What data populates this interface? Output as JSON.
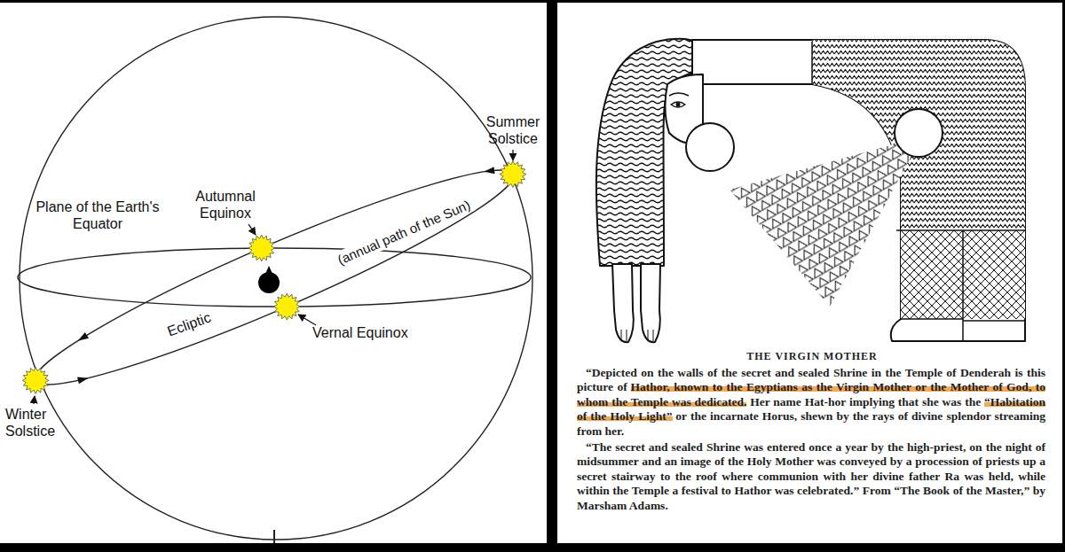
{
  "diagram": {
    "caption": "THE VIRGIN MOTHER",
    "labels": [
      "Summer Solstice",
      "Plane of the Earth's Equator",
      "Autumnal Equinox",
      "(annual path of the Sun)",
      "Ecliptic",
      "Vernal Equinox",
      "Winter Solstice",
      "“Depicted on the walls of the secret and sealed Shrine in the Temple of Denderah is this picture of",
      "Hathor, known to the Egyptians as the Virgin Mother or the Mother of God, to whom the Temple was dedicated.",
      "Her name Hat-hor implying that she was the",
      "“Habitation of the Holy Light”",
      "or the incarnate Horus, shewn by the rays of divine splendor streaming from her.",
      "“The secret and sealed Shrine was entered once a year by the high-priest, on the night of midsummer and an image of the Holy Mother was conveyed by a procession of priests up a secret stairway to the roof where communion with her divine father Ra was held, while within the Temple a festival to Hathor was celebrated.” From “The Book of the Master,” by Marsham Adams."
    ]
  }
}
